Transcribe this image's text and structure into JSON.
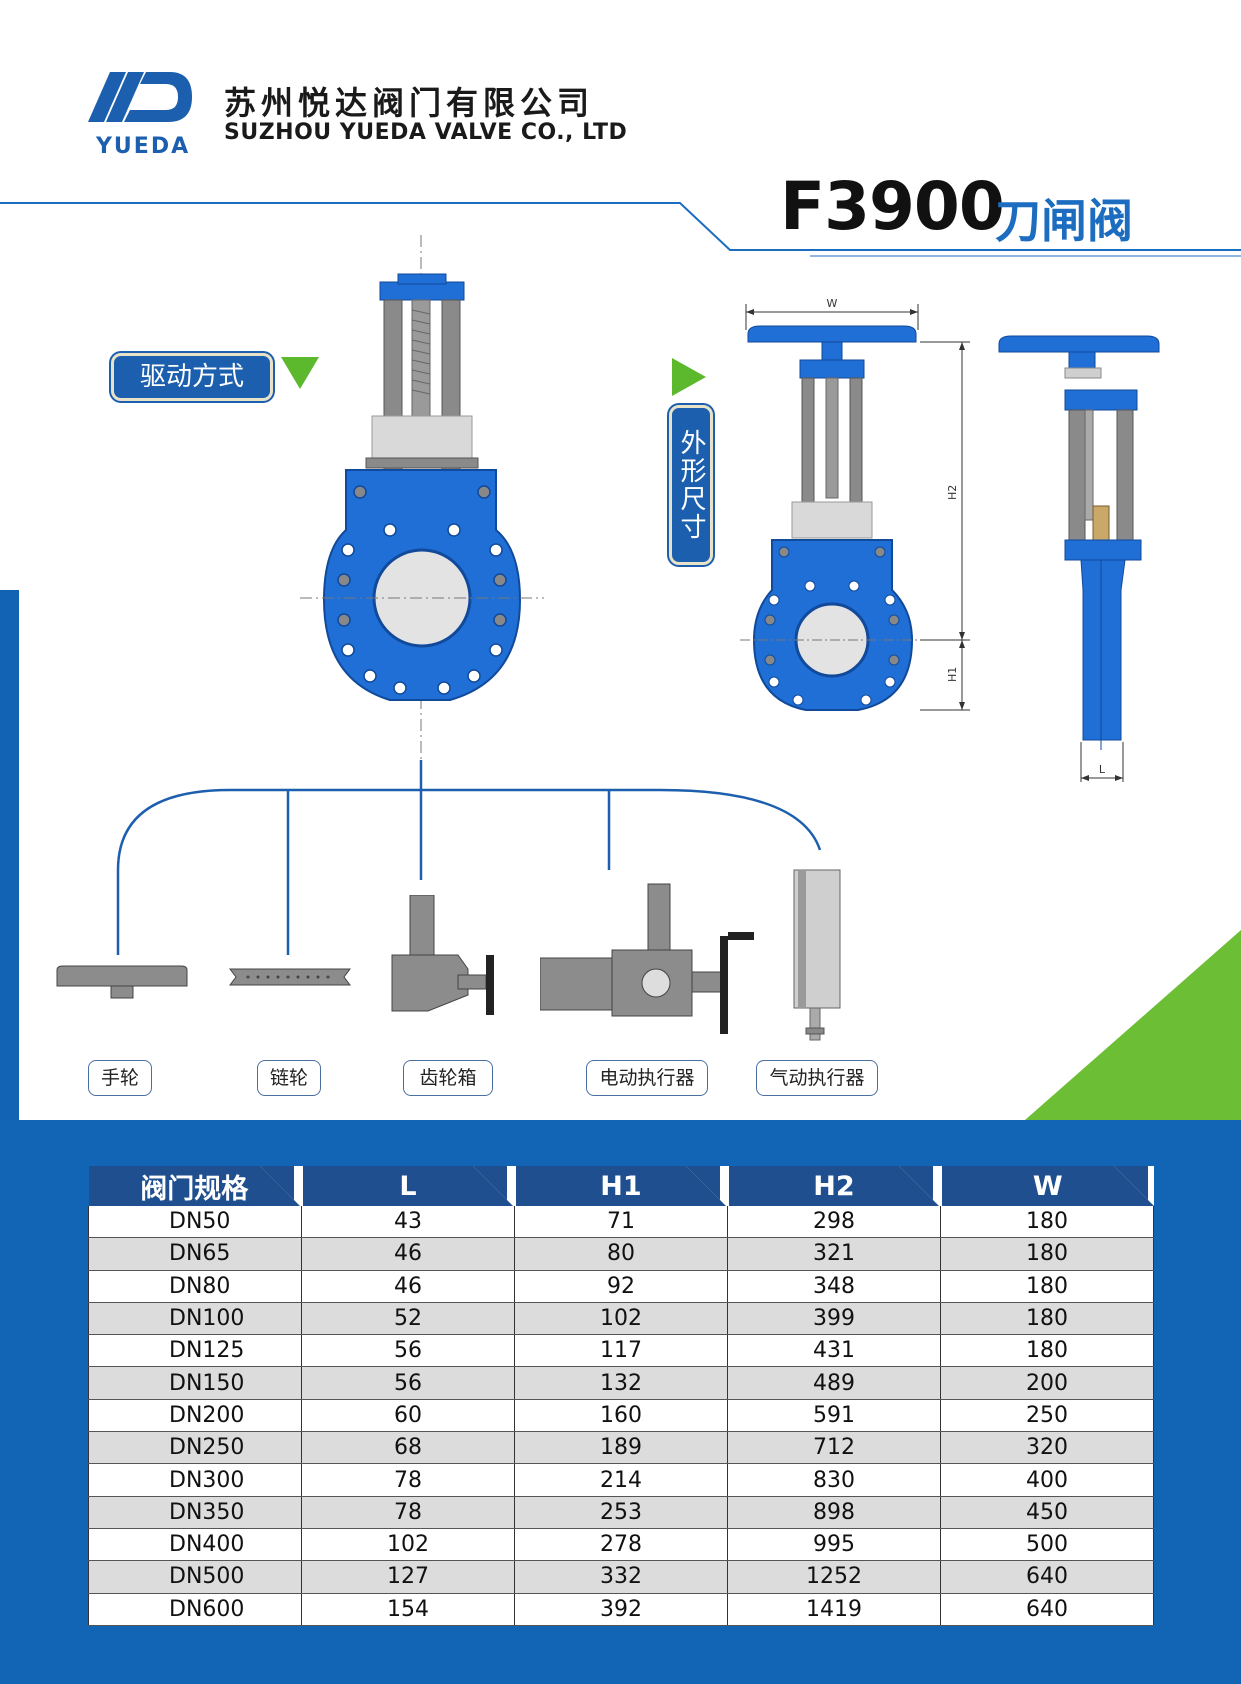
{
  "header": {
    "logo_text": "YUEDA",
    "company_cn": "苏州悦达阀门有限公司",
    "company_en": "SUZHOU YUEDA VALVE CO., LTD"
  },
  "product": {
    "model": "F3900",
    "name_cn": "刀闸阀"
  },
  "badges": {
    "drive_mode": "驱动方式",
    "dimensions": "外形尺寸"
  },
  "dimension_labels": {
    "w": "W",
    "h2": "H2",
    "h1": "H1",
    "l": "L"
  },
  "actuators": [
    {
      "label": "手轮",
      "icon": "handwheel-icon"
    },
    {
      "label": "链轮",
      "icon": "chain-wheel-icon"
    },
    {
      "label": "齿轮箱",
      "icon": "gearbox-icon"
    },
    {
      "label": "电动执行器",
      "icon": "electric-actuator-icon"
    },
    {
      "label": "气动执行器",
      "icon": "pneumatic-actuator-icon"
    }
  ],
  "table": {
    "headers": [
      "阀门规格",
      "L",
      "H1",
      "H2",
      "W"
    ],
    "rows": [
      [
        "DN50",
        "43",
        "71",
        "298",
        "180"
      ],
      [
        "DN65",
        "46",
        "80",
        "321",
        "180"
      ],
      [
        "DN80",
        "46",
        "92",
        "348",
        "180"
      ],
      [
        "DN100",
        "52",
        "102",
        "399",
        "180"
      ],
      [
        "DN125",
        "56",
        "117",
        "431",
        "180"
      ],
      [
        "DN150",
        "56",
        "132",
        "489",
        "200"
      ],
      [
        "DN200",
        "60",
        "160",
        "591",
        "250"
      ],
      [
        "DN250",
        "68",
        "189",
        "712",
        "320"
      ],
      [
        "DN300",
        "78",
        "214",
        "830",
        "400"
      ],
      [
        "DN350",
        "78",
        "253",
        "898",
        "450"
      ],
      [
        "DN400",
        "102",
        "278",
        "995",
        "500"
      ],
      [
        "DN500",
        "127",
        "332",
        "1252",
        "640"
      ],
      [
        "DN600",
        "154",
        "392",
        "1419",
        "640"
      ]
    ]
  },
  "colors": {
    "brand_blue": "#1c6cc0",
    "valve_blue": "#1f6fd6",
    "table_header": "#1f4f8f",
    "accent_green": "#6fc23a",
    "background_blue": "#1363b4"
  }
}
